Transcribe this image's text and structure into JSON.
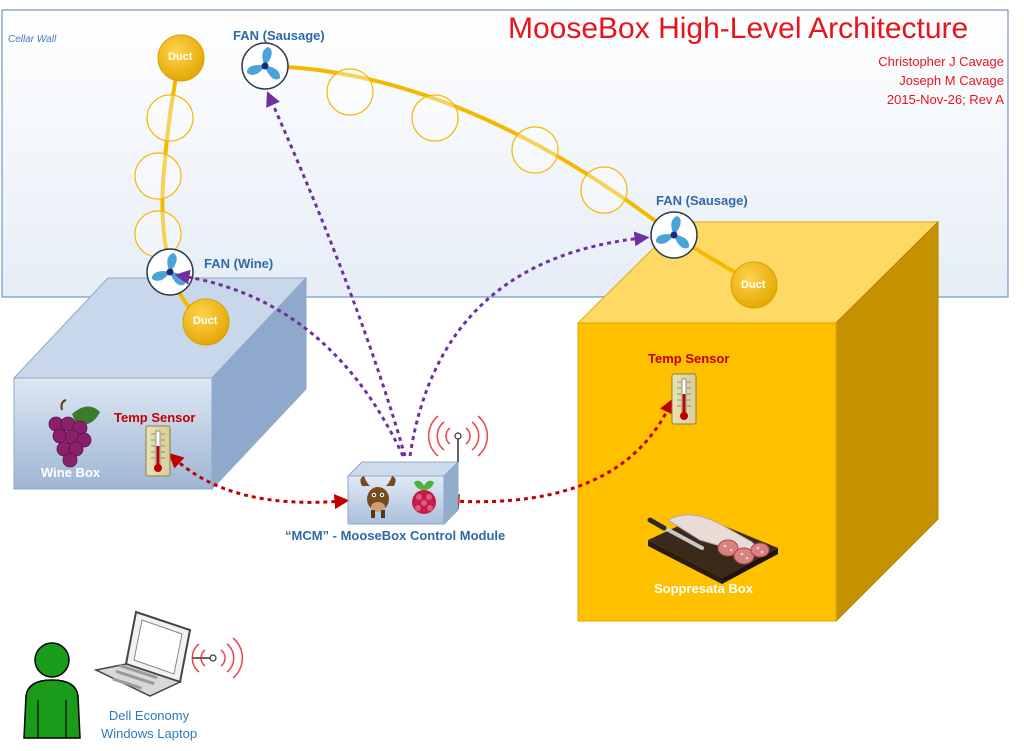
{
  "title": "MooseBox High-Level Architecture",
  "authors": [
    "Christopher J Cavage",
    "Joseph M Cavage",
    "2015-Nov-26; Rev A"
  ],
  "wall_label": "Cellar Wall",
  "fans": {
    "sausage_top": "FAN (Sausage)",
    "sausage_right": "FAN (Sausage)",
    "wine": "FAN (Wine)"
  },
  "ducts": {
    "top": "Duct",
    "wine": "Duct",
    "soppresata": "Duct"
  },
  "temp_sensors": {
    "wine": "Temp Sensor",
    "soppresata": "Temp Sensor"
  },
  "boxes": {
    "wine": "Wine Box",
    "soppresata": "Soppresata Box"
  },
  "mcm_label": "“MCM” - MooseBox Control Module",
  "laptop_label": "Dell Economy Windows Laptop",
  "colors": {
    "title": "#e8141d",
    "label_blue": "#2f6aa8",
    "wifi_link": "#7030a0",
    "sensor_link": "#c00000",
    "duct": "#f5b800",
    "wine_box": "#adc2dc",
    "soppresata_box": "#ffc000",
    "user": "#1a9c1a"
  }
}
